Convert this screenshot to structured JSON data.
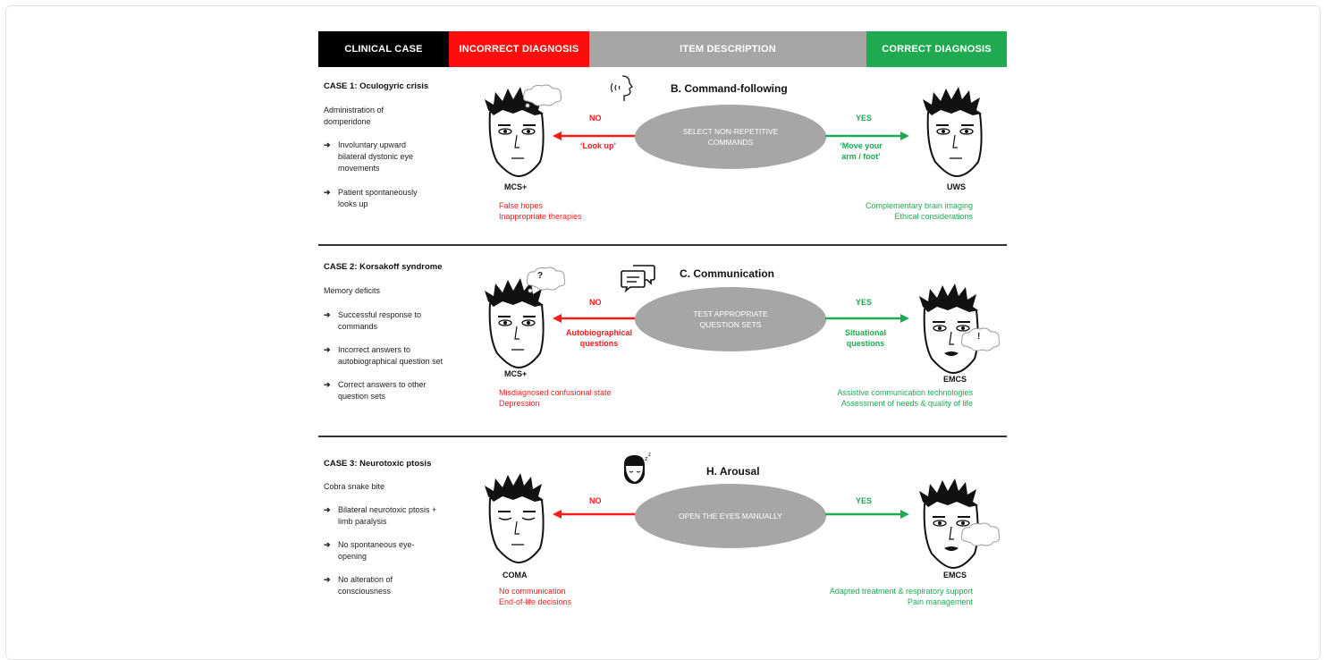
{
  "header": {
    "clinical_case": "CLINICAL CASE",
    "incorrect": "INCORRECT DIAGNOSIS",
    "item": "ITEM DESCRIPTION",
    "correct": "CORRECT DIAGNOSIS"
  },
  "colors": {
    "black": "#000000",
    "red": "#ff0d0d",
    "grey": "#a6a6a6",
    "green": "#1faa52"
  },
  "cases": [
    {
      "title": "CASE 1: Oculogyric crisis",
      "context": "Administration of domperidone",
      "bullets": [
        "Involuntary upward bilateral dystonic eye movements",
        "Patient spontaneously looks up"
      ],
      "item_title": "B. Command-following",
      "item_icon": "speaking-head-icon",
      "oval": "SELECT NON-REPETITIVE COMMANDS",
      "no": "NO",
      "yes": "YES",
      "wrong_cmd": "‘Look up’",
      "right_cmd": "‘Move your arm / foot’",
      "wrong_dx": "MCS+",
      "right_dx": "UWS",
      "wrong_consequences": [
        "False hopes",
        "Inappropriate therapies"
      ],
      "right_consequences": [
        "Complementary brain imaging",
        "Ethical considerations"
      ]
    },
    {
      "title": "CASE 2: Korsakoff syndrome",
      "context": "Memory deficits",
      "bullets": [
        "Successful response to commands",
        "Incorrect answers to autobiographical question set",
        "Correct answers to other question sets"
      ],
      "item_title": "C. Communication",
      "item_icon": "speech-bubbles-icon",
      "oval": "TEST APPROPRIATE QUESTION SETS",
      "no": "NO",
      "yes": "YES",
      "wrong_cmd": "Autobiographical questions",
      "right_cmd": "Situational questions",
      "wrong_dx": "MCS+",
      "right_dx": "EMCS",
      "wrong_bubble": "?",
      "right_bubble": "!",
      "wrong_consequences": [
        "Misdiagnosed confusional state",
        "Depression"
      ],
      "right_consequences": [
        "Assistive communication technologies",
        "Assessment of needs & quality of life"
      ]
    },
    {
      "title": "CASE 3: Neurotoxic ptosis",
      "context": "Cobra snake bite",
      "bullets": [
        "Bilateral neurotoxic ptosis + limb paralysis",
        "No spontaneous eye-opening",
        "No alteration of consciousness"
      ],
      "item_title": "H. Arousal",
      "item_icon": "sleeping-head-icon",
      "oval": "OPEN THE EYES MANUALLY",
      "no": "NO",
      "yes": "YES",
      "wrong_dx": "COMA",
      "right_dx": "EMCS",
      "wrong_consequences": [
        "No communication",
        "End-of-life decisions"
      ],
      "right_consequences": [
        "Adapted treatment & respiratory support",
        "Pain management"
      ]
    }
  ]
}
